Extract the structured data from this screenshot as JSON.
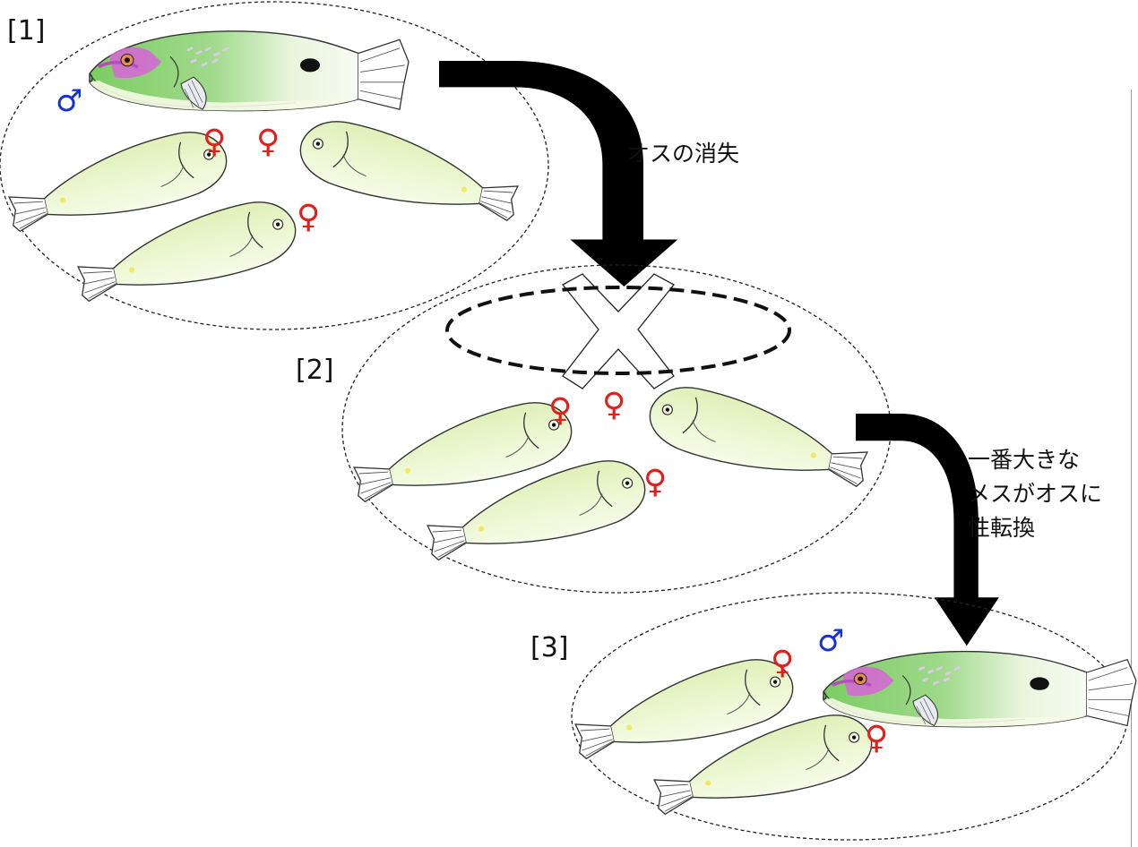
{
  "stages": [
    {
      "label": "[1]"
    },
    {
      "label": "[2]"
    },
    {
      "label": "[3]"
    }
  ],
  "captions": {
    "male_disappears": "オスの消失",
    "sex_change_lines": [
      "一番大きな",
      "メスがオスに",
      "性転換"
    ]
  },
  "symbols": {
    "female": "♀",
    "male": "♂"
  },
  "colors": {
    "female_symbol": "#e0201a",
    "male_symbol": "#1430d8",
    "female_fish_body": "#e8f5c8",
    "male_fish_head": "#7fcf6a",
    "male_fish_markings": "#d864d8",
    "arrow": "#000000"
  }
}
